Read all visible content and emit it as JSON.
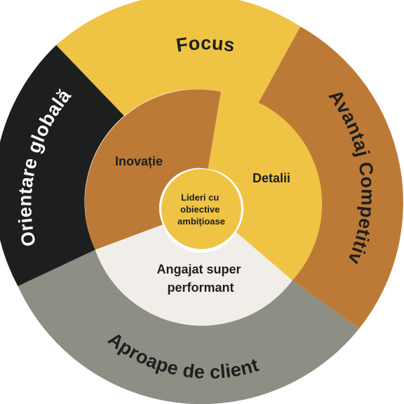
{
  "center": {
    "label_lines": [
      "Lideri cu",
      "obiective",
      "ambițioase"
    ],
    "color": "#efc344"
  },
  "inner_ring": [
    {
      "label_lines": [
        "Inovație"
      ],
      "color": "#bd7a37",
      "text_color": "#1c1f1e"
    },
    {
      "label_lines": [
        "Detalii"
      ],
      "color": "#efc344",
      "text_color": "#1c1f1e"
    },
    {
      "label_lines": [
        "Angajat super",
        "performant"
      ],
      "color": "#f1eeea",
      "text_color": "#1c1f1e"
    }
  ],
  "outer_ring": [
    {
      "label": "Focus",
      "color": "#efc344",
      "text_color": "#1c1f1e"
    },
    {
      "label": "Avantaj Competitiv",
      "color": "#bd7a37",
      "text_color": "#1c1f1e"
    },
    {
      "label": "Aproape de client",
      "color": "#8d8e84",
      "text_color": "#1c1f1e"
    },
    {
      "label": "Orientare  globală",
      "color": "#1c1f1e",
      "text_color": "#ffffff"
    }
  ]
}
